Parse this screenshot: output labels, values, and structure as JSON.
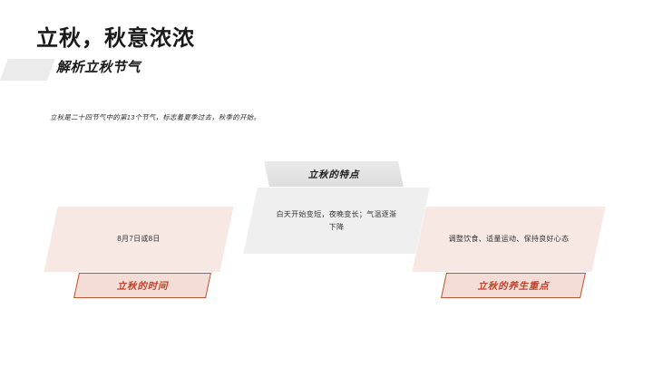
{
  "slide": {
    "title": "立秋，秋意浓浓",
    "subtitle": "解析立秋节气",
    "intro": "立秋是二十四节气中的第13个节气，标志着夏季过去，秋季的开始。",
    "colors": {
      "background": "#ffffff",
      "title_text": "#1a1a1a",
      "accent_red": "#bf4229",
      "chip_border": "#c0532f",
      "card_pink": "#f7e8e4",
      "card_gray": "#efefef",
      "subtitle_bar": "#ebebeb"
    }
  },
  "cards": [
    {
      "id": "time",
      "label": "立秋的时间",
      "body": "8月7日或8日",
      "style": "pink"
    },
    {
      "id": "features",
      "label": "立秋的特点",
      "body": "白天开始变短，夜晚变长；气温逐渐下降",
      "style": "gray"
    },
    {
      "id": "health",
      "label": "立秋的养生重点",
      "body": "调整饮食、适量运动、保持良好心态",
      "style": "pink"
    }
  ]
}
